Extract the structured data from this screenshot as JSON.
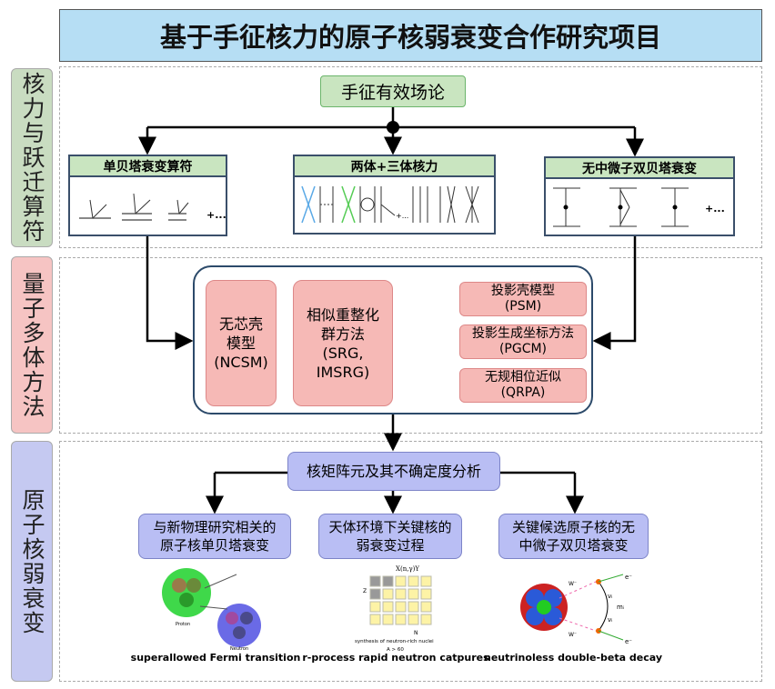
{
  "title": "基于手征核力的原子核弱衰变合作研究项目",
  "side_labels": [
    "核力与跃迁算符",
    "量子多体方法",
    "原子核弱衰变"
  ],
  "eft": "手征有效场论",
  "operators": [
    {
      "header": "单贝塔衰变算符",
      "suffix": "+..."
    },
    {
      "header": "两体+三体核力",
      "suffix": "+..."
    },
    {
      "header": "无中微子双贝塔衰变",
      "suffix": "+..."
    }
  ],
  "methods": {
    "ncsm": "无芯壳\n模型\n(NCSM)",
    "srg": "相似重整化\n群方法\n(SRG,\nIMSRG)",
    "psm": "投影壳模型\n(PSM)",
    "pgcm": "投影生成坐标方法\n(PGCM)",
    "qrpa": "无规相位近似\n(QRPA)"
  },
  "nme": "核矩阵元及其不确定度分析",
  "applications": [
    {
      "label": "与新物理研究相关的\n原子核单贝塔衰变",
      "caption": "superallowed Fermi transition",
      "img_labels": [
        "Proton",
        "Neutron"
      ]
    },
    {
      "label": "天体环境下关键核的\n弱衰变过程",
      "caption": "r-process rapid neutron catpures",
      "img_labels": [
        "X(n,γ)Y",
        "Z",
        "N",
        "synthesis of neutron-rich nuclei",
        "A > 60"
      ]
    },
    {
      "label": "关键候选原子核的无\n中微子双贝塔衰变",
      "caption": "neutrinoless double-beta decay",
      "img_labels": [
        "W⁻",
        "W⁻",
        "e⁻",
        "e⁻",
        "νᵢ",
        "νᵢ",
        "mᵢ"
      ]
    }
  ]
}
